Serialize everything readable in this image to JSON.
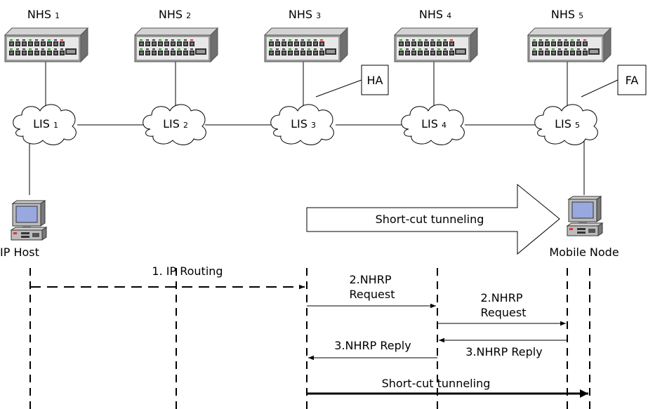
{
  "nhs": [
    {
      "name": "NHS",
      "sub": "1"
    },
    {
      "name": "NHS",
      "sub": "2"
    },
    {
      "name": "NHS",
      "sub": "3"
    },
    {
      "name": "NHS",
      "sub": "4"
    },
    {
      "name": "NHS",
      "sub": "5"
    }
  ],
  "lis": [
    {
      "name": "LIS",
      "sub": "1"
    },
    {
      "name": "LIS",
      "sub": "2"
    },
    {
      "name": "LIS",
      "sub": "3"
    },
    {
      "name": "LIS",
      "sub": "4"
    },
    {
      "name": "LIS",
      "sub": "5"
    }
  ],
  "agents": {
    "home": "HA",
    "foreign": "FA"
  },
  "hosts": {
    "ip_host": "IP Host",
    "mobile_node": "Mobile Node"
  },
  "tunnel_arrow_label": "Short-cut tunneling",
  "sequence": {
    "ip_routing": "1. IP Routing",
    "nhrp_request_1": [
      "2.NHRP",
      "Request"
    ],
    "nhrp_request_2": [
      "2.NHRP",
      "Request"
    ],
    "nhrp_reply_1": "3.NHRP Reply",
    "nhrp_reply_2": "3.NHRP Reply",
    "shortcut": "Short-cut tunneling"
  },
  "icons": {
    "switch": "network-switch-icon",
    "cloud": "cloud-icon",
    "computer": "computer-icon"
  },
  "colors": {
    "device_body": "#9a9a9a",
    "device_top": "#d4d4d4",
    "port_face": "#e8e8e8",
    "screen": "#9aa8e0",
    "line": "#000000",
    "background": "#ffffff"
  }
}
